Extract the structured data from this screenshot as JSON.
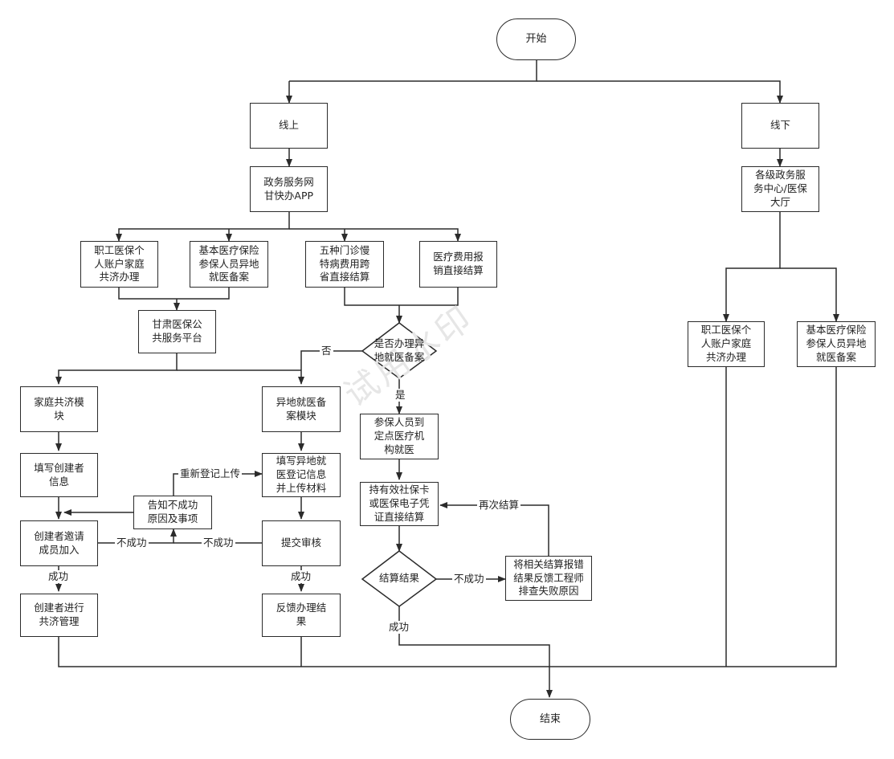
{
  "watermark": "试用水印",
  "nodes": {
    "start": "开始",
    "online": "线上",
    "offline": "线下",
    "portal": "政务服务网\n甘快办APP",
    "offline_center": "各级政务服\n务中心/医保\n大厅",
    "family_account": "职工医保个\n人账户家庭\n共济办理",
    "remote_record": "基本医疗保险\n参保人员异地\n就医备案",
    "chronic": "五种门诊慢\n特病费用跨\n省直接结算",
    "reimburse": "医疗费用报\n销直接结算",
    "platform": "甘肃医保公\n共服务平台",
    "decision_record": "是否办理异\n地就医备案",
    "family_module": "家庭共济模\n块",
    "remote_module": "异地就医备\n案模块",
    "fill_creator": "填写创建者\n信息",
    "fill_remote": "填写异地就\n医登记信息\n并上传材料",
    "notify_fail": "告知不成功\n原因及事项",
    "invite": "创建者邀请\n成员加入",
    "submit": "提交审核",
    "manage": "创建者进行\n共济管理",
    "feedback": "反馈办理结\n果",
    "visit": "参保人员到\n定点医疗机\n构就医",
    "settle_card": "持有效社保卡\n或医保电子凭\n证直接结算",
    "decision_result": "结算结果",
    "report_error": "将相关结算报错\n结果反馈工程师\n排查失败原因",
    "off_family_account": "职工医保个\n人账户家庭\n共济办理",
    "off_remote_record": "基本医疗保险\n参保人员异地\n就医备案",
    "end": "结束"
  },
  "edge_labels": {
    "no": "否",
    "yes": "是",
    "reupload": "重新登记上传",
    "fail_invite": "不成功",
    "fail_submit": "不成功",
    "success_invite": "成功",
    "success_submit": "成功",
    "fail_result": "不成功",
    "settle_again": "再次结算",
    "success_result": "成功"
  }
}
